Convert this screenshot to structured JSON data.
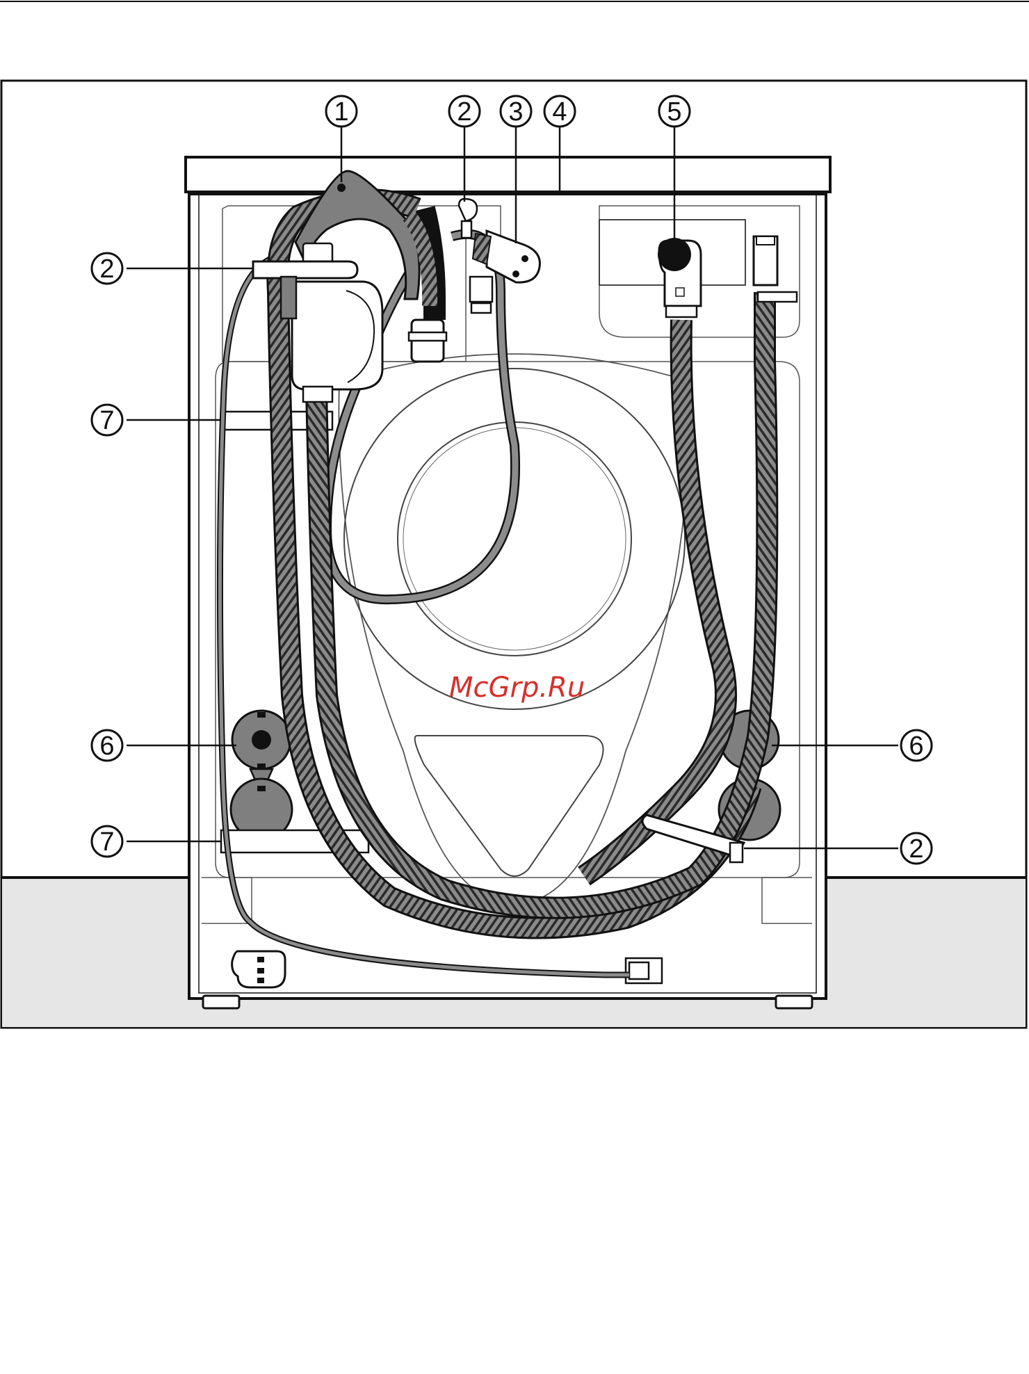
{
  "figure": {
    "watermark": "McGrp.Ru",
    "callouts": {
      "c1": "1",
      "c2_top": "2",
      "c3": "3",
      "c4": "4",
      "c5": "5",
      "c2_left": "2",
      "c7_upper": "7",
      "c6_left": "6",
      "c6_right": "6",
      "c7_lower": "7",
      "c2_right": "2"
    }
  },
  "colors": {
    "outline": "#111111",
    "hose_fill": "#7f7f7f",
    "floor": "#e6e6e6",
    "watermark": "#d6302a"
  }
}
